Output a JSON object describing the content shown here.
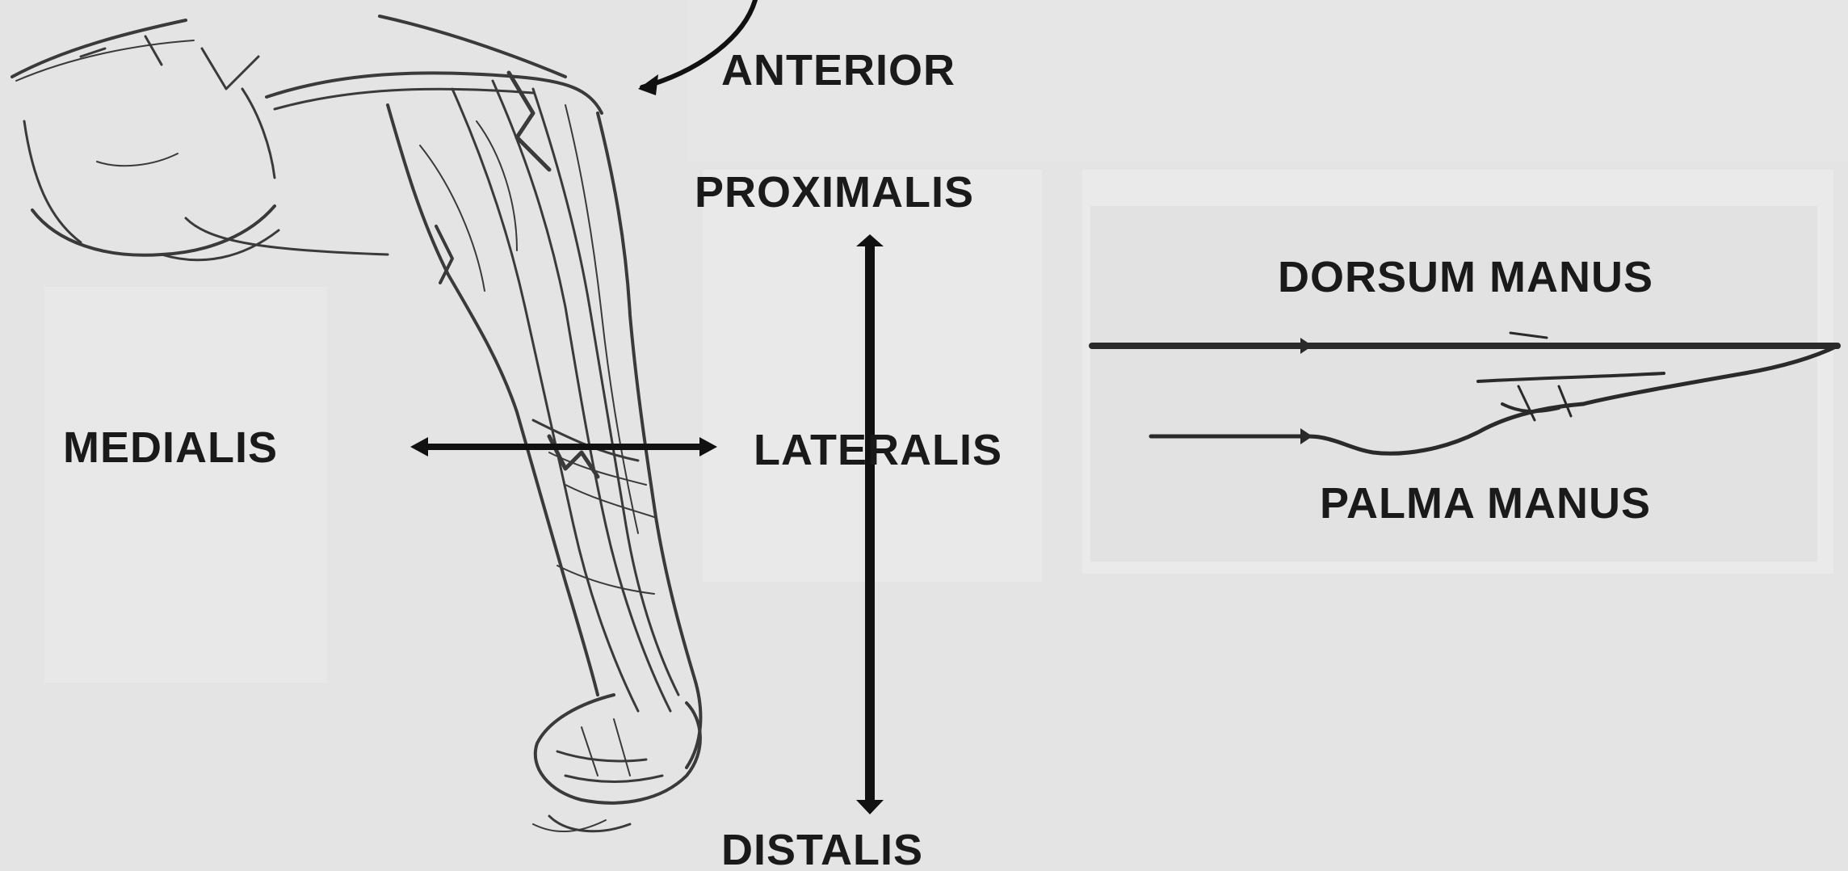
{
  "labels": {
    "anterior": "ANTERIOR",
    "proximalis": "PROXIMALIS",
    "medialis": "MEDIALIS",
    "lateralis": "LATERALIS",
    "distalis": "DISTALIS",
    "dorsum_manus": "DORSUM MANUS",
    "palma_manus": "PALMA MANUS"
  },
  "colors": {
    "background": "#e4e4e4",
    "ink": "#1a1a1a",
    "sketch": "#3a3a3a"
  }
}
